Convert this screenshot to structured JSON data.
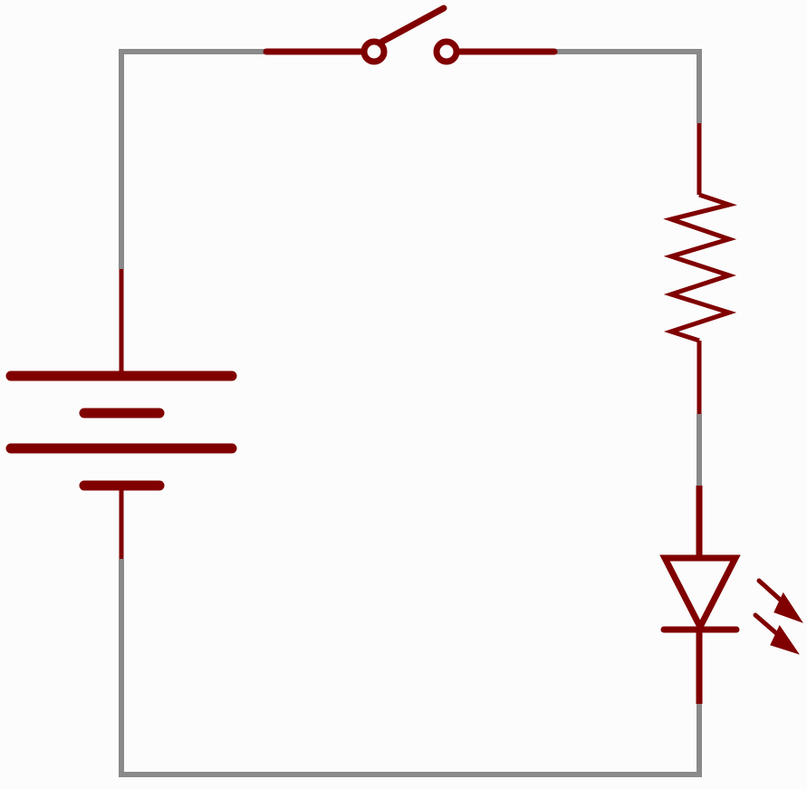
{
  "colors": {
    "background": "#fbfcfb",
    "wire": "#8a8a8a",
    "component": "#800000"
  },
  "components": [
    {
      "id": "battery",
      "icon": "battery-icon"
    },
    {
      "id": "switch",
      "icon": "switch-open-icon"
    },
    {
      "id": "resistor",
      "icon": "resistor-icon"
    },
    {
      "id": "led",
      "icon": "led-icon"
    }
  ]
}
